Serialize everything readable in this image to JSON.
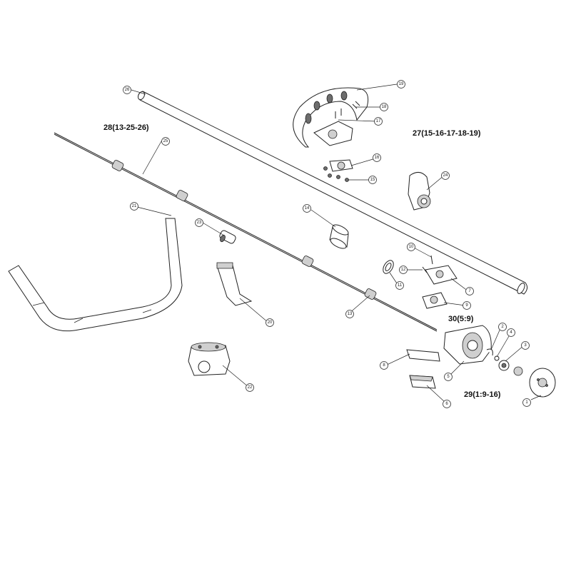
{
  "callouts": {
    "c1": "1",
    "c2": "2",
    "c3": "3",
    "c4": "4",
    "c5": "5",
    "c6": "6",
    "c7": "7",
    "c8": "8",
    "c9": "9",
    "c10": "10",
    "c11": "11",
    "c12": "12",
    "c13": "13",
    "c14": "14",
    "c15": "15",
    "c16": "16",
    "c17": "17",
    "c18": "18",
    "c19": "19",
    "c20": "20",
    "c21": "21",
    "c22": "22",
    "c23": "23",
    "c24": "24",
    "c25": "25",
    "c26": "26"
  },
  "assemblies": {
    "a27": "27(15-16-17-18-19)",
    "a28": "28(13-25-26)",
    "a29": "29(1:9-16)",
    "a30": "30(5:9)"
  }
}
